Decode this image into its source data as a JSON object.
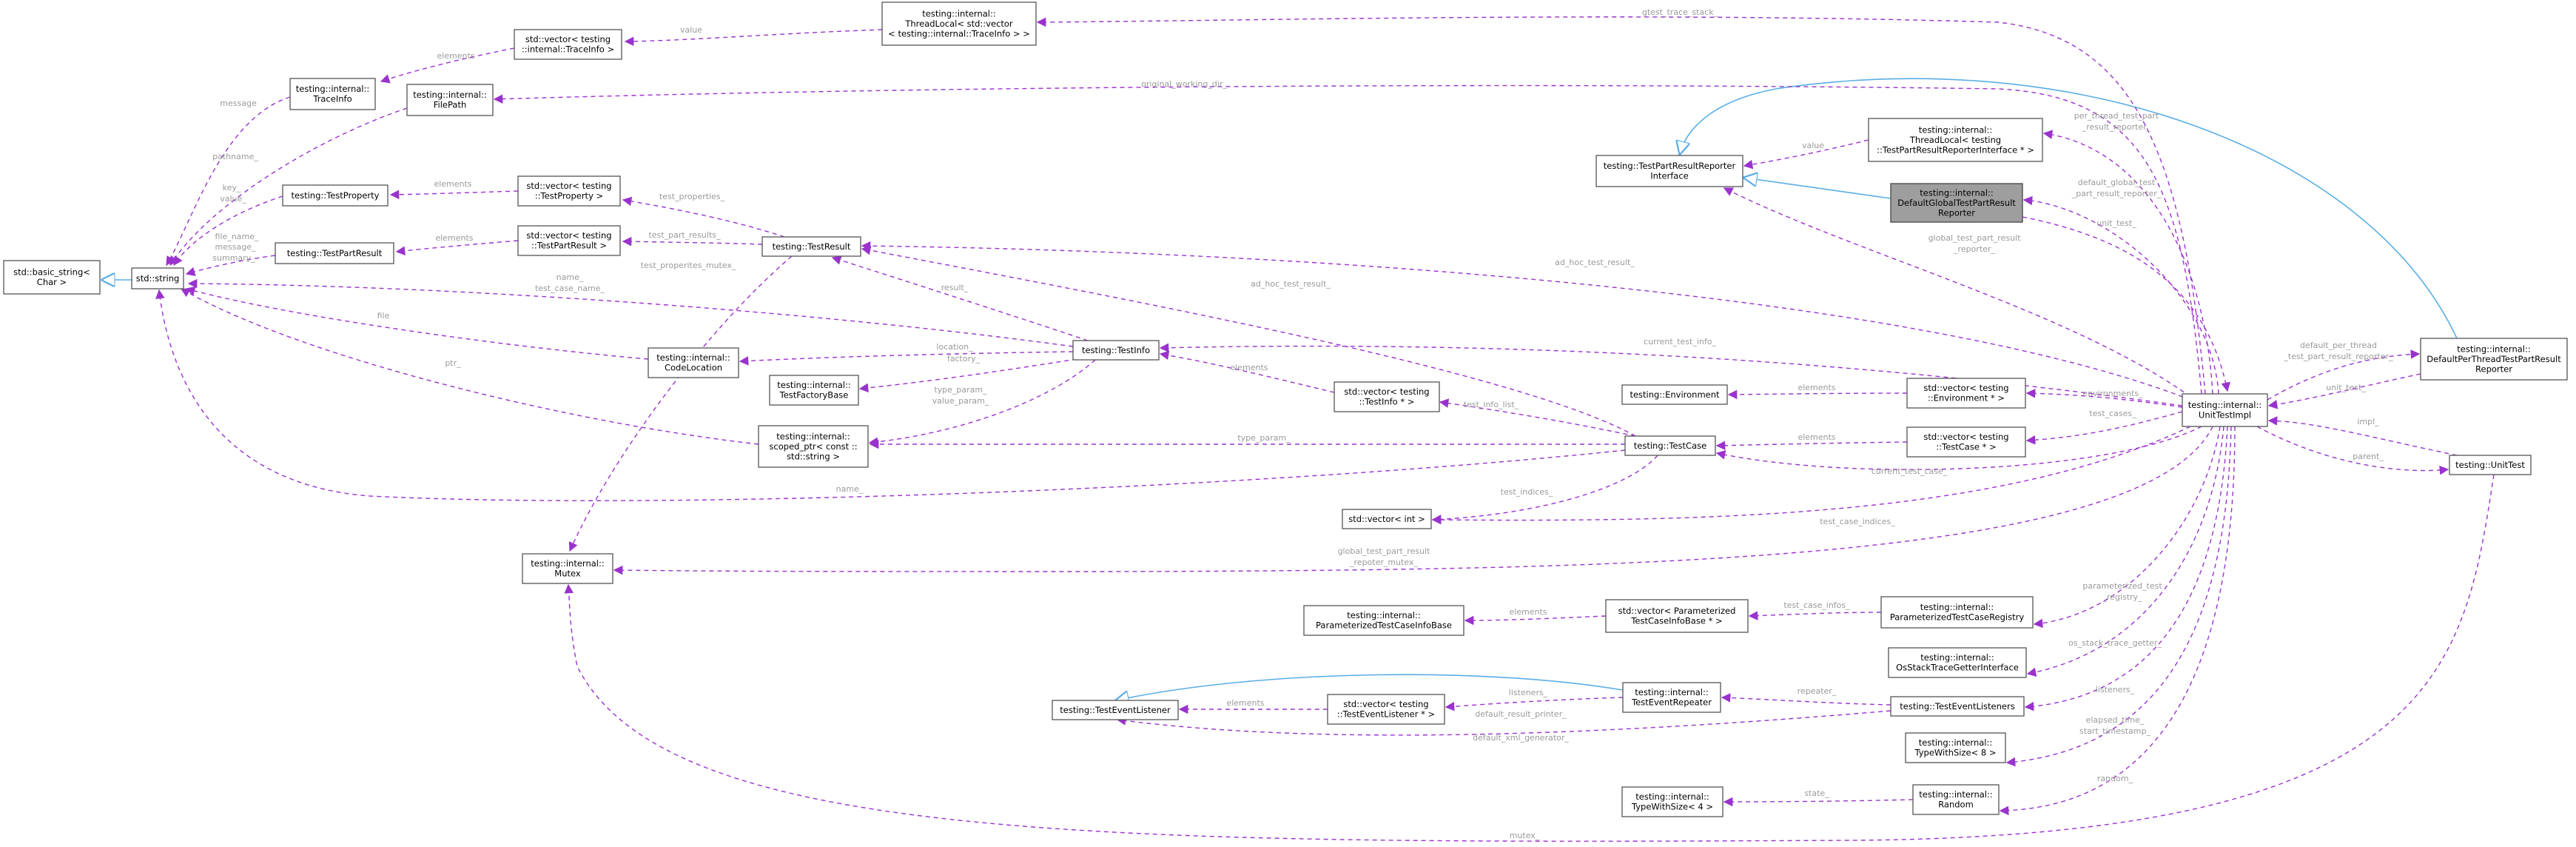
{
  "nodes": [
    {
      "id": "string_t",
      "lines": [
        "std::basic_string<",
        "Char >"
      ]
    },
    {
      "id": "string",
      "lines": [
        "std::string"
      ]
    },
    {
      "id": "tr_info",
      "lines": [
        "testing::internal::",
        "TraceInfo"
      ]
    },
    {
      "id": "filepath",
      "lines": [
        "testing::internal::",
        "FilePath"
      ]
    },
    {
      "id": "vec_trace",
      "lines": [
        "std::vector< testing",
        "::internal::TraceInfo >"
      ]
    },
    {
      "id": "tls_trace",
      "lines": [
        "testing::internal::",
        "ThreadLocal< std::vector",
        "< testing::internal::TraceInfo > >"
      ]
    },
    {
      "id": "testprop",
      "lines": [
        "testing::TestProperty"
      ]
    },
    {
      "id": "testpartres",
      "lines": [
        "testing::TestPartResult"
      ]
    },
    {
      "id": "vec_prop",
      "lines": [
        "std::vector< testing",
        "::TestProperty >"
      ]
    },
    {
      "id": "vec_tpr",
      "lines": [
        "std::vector< testing",
        "::TestPartResult >"
      ]
    },
    {
      "id": "testresult",
      "lines": [
        "testing::TestResult"
      ]
    },
    {
      "id": "codeloc",
      "lines": [
        "testing::internal::",
        "CodeLocation"
      ]
    },
    {
      "id": "tfactory",
      "lines": [
        "testing::internal::",
        "TestFactoryBase"
      ]
    },
    {
      "id": "scoped",
      "lines": [
        "testing::internal::",
        "scoped_ptr< const ::",
        "std::string >"
      ]
    },
    {
      "id": "mutex",
      "lines": [
        "testing::internal::",
        "Mutex"
      ]
    },
    {
      "id": "testinfo",
      "lines": [
        "testing::TestInfo"
      ]
    },
    {
      "id": "vec_ti",
      "lines": [
        "std::vector< testing",
        "::TestInfo * >"
      ]
    },
    {
      "id": "vec_int",
      "lines": [
        "std::vector< int >"
      ]
    },
    {
      "id": "environment",
      "lines": [
        "testing::Environment"
      ]
    },
    {
      "id": "testcase",
      "lines": [
        "testing::TestCase"
      ]
    },
    {
      "id": "ptcib",
      "lines": [
        "testing::internal::",
        "ParameterizedTestCaseInfoBase"
      ]
    },
    {
      "id": "vec_ptcib",
      "lines": [
        "std::vector< Parameterized",
        "TestCaseInfoBase * >"
      ]
    },
    {
      "id": "listener",
      "lines": [
        "testing::TestEventListener"
      ]
    },
    {
      "id": "vec_listener",
      "lines": [
        "std::vector< testing",
        "::TestEventListener * >"
      ]
    },
    {
      "id": "repeater",
      "lines": [
        "testing::internal::",
        "TestEventRepeater"
      ]
    },
    {
      "id": "tws4",
      "lines": [
        "testing::internal::",
        "TypeWithSize< 4 >"
      ]
    },
    {
      "id": "tprri",
      "lines": [
        "testing::TestPartResultReporter",
        "Interface"
      ]
    },
    {
      "id": "tls_tprri",
      "lines": [
        "testing::internal::",
        "ThreadLocal< testing",
        "::TestPartResultReporterInterface * >"
      ]
    },
    {
      "id": "dgtprr",
      "lines": [
        "testing::internal::",
        "DefaultGlobalTestPartResult",
        "Reporter"
      ]
    },
    {
      "id": "vec_env",
      "lines": [
        "std::vector< testing",
        "::Environment * >"
      ]
    },
    {
      "id": "vec_tc",
      "lines": [
        "std::vector< testing",
        "::TestCase * >"
      ]
    },
    {
      "id": "ptcreg",
      "lines": [
        "testing::internal::",
        "ParameterizedTestCaseRegistry"
      ]
    },
    {
      "id": "osst",
      "lines": [
        "testing::internal::",
        "OsStackTraceGetterInterface"
      ]
    },
    {
      "id": "listeners",
      "lines": [
        "testing::TestEventListeners"
      ]
    },
    {
      "id": "tws8",
      "lines": [
        "testing::internal::",
        "TypeWithSize< 8 >"
      ]
    },
    {
      "id": "random",
      "lines": [
        "testing::internal::",
        "Random"
      ]
    },
    {
      "id": "uti",
      "lines": [
        "testing::internal::",
        "UnitTestImpl"
      ]
    },
    {
      "id": "dptprr",
      "lines": [
        "testing::internal::",
        "DefaultPerThreadTestPartResult",
        "Reporter"
      ]
    },
    {
      "id": "unittest",
      "lines": [
        "testing::UnitTest"
      ]
    }
  ],
  "edges": [
    {
      "id": "inh_string",
      "kind": "inherit",
      "from": "string",
      "to": "string_t",
      "label": []
    },
    {
      "id": "e_trace_msg",
      "kind": "use",
      "from": "tr_info",
      "to": "string",
      "label": [
        "message"
      ]
    },
    {
      "id": "e_fp_string",
      "kind": "use",
      "from": "filepath",
      "to": "string",
      "label": [
        "pathname_"
      ]
    },
    {
      "id": "e_vtrace",
      "kind": "use",
      "from": "vec_trace",
      "to": "tr_info",
      "label": [
        "elements"
      ]
    },
    {
      "id": "e_tlstrace",
      "kind": "use",
      "from": "tls_trace",
      "to": "vec_trace",
      "label": [
        "value"
      ]
    },
    {
      "id": "e_prop_str",
      "kind": "use",
      "from": "testprop",
      "to": "string",
      "label": [
        "key_",
        "value_"
      ]
    },
    {
      "id": "e_tpr_str",
      "kind": "use",
      "from": "testpartres",
      "to": "string",
      "label": [
        "file_name_",
        "message_",
        "summary_"
      ]
    },
    {
      "id": "e_vprop",
      "kind": "use",
      "from": "vec_prop",
      "to": "testprop",
      "label": [
        "elements"
      ]
    },
    {
      "id": "e_vtpr",
      "kind": "use",
      "from": "vec_tpr",
      "to": "testpartres",
      "label": [
        "elements"
      ]
    },
    {
      "id": "e_tr_vprop",
      "kind": "use",
      "from": "testresult",
      "to": "vec_prop",
      "label": [
        "test_properties_"
      ]
    },
    {
      "id": "e_tr_vtpr",
      "kind": "use",
      "from": "testresult",
      "to": "vec_tpr",
      "label": [
        "test_part_results_"
      ]
    },
    {
      "id": "e_tr_mutex",
      "kind": "use",
      "from": "testresult",
      "to": "mutex",
      "label": [
        "test_properites_mutex_"
      ]
    },
    {
      "id": "e_codeloc_str",
      "kind": "use",
      "from": "codeloc",
      "to": "string",
      "label": [
        "file"
      ]
    },
    {
      "id": "e_scoped_str",
      "kind": "use",
      "from": "scoped",
      "to": "string",
      "label": [
        "ptr_"
      ]
    },
    {
      "id": "e_ti_str",
      "kind": "use",
      "from": "testinfo",
      "to": "string",
      "label": [
        "name_",
        "test_case_name_"
      ]
    },
    {
      "id": "e_ti_codeloc",
      "kind": "use",
      "from": "testinfo",
      "to": "codeloc",
      "label": [
        "location_"
      ]
    },
    {
      "id": "e_ti_tf",
      "kind": "use",
      "from": "testinfo",
      "to": "tfactory",
      "label": [
        "factory_"
      ]
    },
    {
      "id": "e_ti_scoped",
      "kind": "use",
      "from": "testinfo",
      "to": "scoped",
      "label": [
        "type_param_",
        "value_param_"
      ]
    },
    {
      "id": "e_ti_tr",
      "kind": "use",
      "from": "testinfo",
      "to": "testresult",
      "label": [
        "result_"
      ]
    },
    {
      "id": "e_vti",
      "kind": "use",
      "from": "vec_ti",
      "to": "testinfo",
      "label": [
        "elements"
      ]
    },
    {
      "id": "e_tc_str",
      "kind": "use",
      "from": "testcase",
      "to": "string",
      "label": [
        "name_"
      ]
    },
    {
      "id": "e_tc_scoped",
      "kind": "use",
      "from": "testcase",
      "to": "scoped",
      "label": [
        "type_param_"
      ]
    },
    {
      "id": "e_tc_tr",
      "kind": "use",
      "from": "testcase",
      "to": "testresult",
      "label": [
        "ad_hoc_test_result_"
      ]
    },
    {
      "id": "e_tc_vti",
      "kind": "use",
      "from": "testcase",
      "to": "vec_ti",
      "label": [
        "test_info_list_"
      ]
    },
    {
      "id": "e_tc_vint",
      "kind": "use",
      "from": "testcase",
      "to": "vec_int",
      "label": [
        "test_indices_"
      ]
    },
    {
      "id": "e_venv",
      "kind": "use",
      "from": "vec_env",
      "to": "environment",
      "label": [
        "elements"
      ]
    },
    {
      "id": "e_vtc",
      "kind": "use",
      "from": "vec_tc",
      "to": "testcase",
      "label": [
        "elements"
      ]
    },
    {
      "id": "e_vptcib",
      "kind": "use",
      "from": "vec_ptcib",
      "to": "ptcib",
      "label": [
        "elements"
      ]
    },
    {
      "id": "e_reg",
      "kind": "use",
      "from": "ptcreg",
      "to": "vec_ptcib",
      "label": [
        "test_case_infos_"
      ]
    },
    {
      "id": "e_vlist",
      "kind": "use",
      "from": "vec_listener",
      "to": "listener",
      "label": [
        "elements"
      ]
    },
    {
      "id": "e_rep_vlist",
      "kind": "use",
      "from": "repeater",
      "to": "vec_listener",
      "label": [
        "listeners_"
      ]
    },
    {
      "id": "inh_repeater",
      "kind": "inherit",
      "from": "repeater",
      "to": "listener",
      "label": []
    },
    {
      "id": "e_lis_rep",
      "kind": "use",
      "from": "listeners",
      "to": "repeater",
      "label": [
        "repeater_"
      ]
    },
    {
      "id": "e_lis_res",
      "kind": "use",
      "from": "listeners",
      "to": "listener",
      "label": [
        "default_result_printer_",
        "default_xml_generator_"
      ]
    },
    {
      "id": "e_random_tws4",
      "kind": "use",
      "from": "random",
      "to": "tws4",
      "label": [
        "state_"
      ]
    },
    {
      "id": "e_tlstprri",
      "kind": "use",
      "from": "tls_tprri",
      "to": "tprri",
      "label": [
        "value"
      ]
    },
    {
      "id": "inh_dgtprr",
      "kind": "inherit",
      "from": "dgtprr",
      "to": "tprri",
      "label": []
    },
    {
      "id": "inh_dptprr",
      "kind": "inherit",
      "from": "dptprr",
      "to": "tprri",
      "label": []
    },
    {
      "id": "e_u_tlstrace",
      "kind": "use",
      "from": "uti",
      "to": "tls_trace",
      "label": [
        "gtest_trace_stack_"
      ]
    },
    {
      "id": "e_u_fp",
      "kind": "use",
      "from": "uti",
      "to": "filepath",
      "label": [
        "original_working_dir_"
      ]
    },
    {
      "id": "e_u_tlstprri",
      "kind": "use",
      "from": "uti",
      "to": "tls_tprri",
      "label": [
        "per_thread_test_part",
        "_result_reporter_"
      ]
    },
    {
      "id": "e_u_dgtprr",
      "kind": "use",
      "from": "uti",
      "to": "dgtprr",
      "label": [
        "default_global_test",
        "_part_result_reporter_"
      ]
    },
    {
      "id": "e_dg_uti",
      "kind": "use",
      "from": "dgtprr",
      "to": "uti",
      "label": [
        "unit_test_"
      ]
    },
    {
      "id": "e_u_tprri",
      "kind": "use",
      "from": "uti",
      "to": "tprri",
      "label": [
        "global_test_part_result",
        "_reporter_"
      ]
    },
    {
      "id": "e_u_tr",
      "kind": "use",
      "from": "uti",
      "to": "testresult",
      "label": [
        "ad_hoc_test_result_"
      ]
    },
    {
      "id": "e_u_ti",
      "kind": "use",
      "from": "uti",
      "to": "testinfo",
      "label": [
        "current_test_info_"
      ]
    },
    {
      "id": "e_u_venv",
      "kind": "use",
      "from": "uti",
      "to": "vec_env",
      "label": [
        "environments_"
      ]
    },
    {
      "id": "e_u_vtc",
      "kind": "use",
      "from": "uti",
      "to": "vec_tc",
      "label": [
        "test_cases_"
      ]
    },
    {
      "id": "e_u_tc",
      "kind": "use",
      "from": "uti",
      "to": "testcase",
      "label": [
        "current_test_case_"
      ]
    },
    {
      "id": "e_u_vint",
      "kind": "use",
      "from": "uti",
      "to": "vec_int",
      "label": [
        "test_case_indices_"
      ]
    },
    {
      "id": "e_u_mutex",
      "kind": "use",
      "from": "uti",
      "to": "mutex",
      "label": [
        "global_test_part_result",
        "_repoter_mutex_"
      ]
    },
    {
      "id": "e_u_reg",
      "kind": "use",
      "from": "uti",
      "to": "ptcreg",
      "label": [
        "parameterized_test",
        "_registry_"
      ]
    },
    {
      "id": "e_u_osst",
      "kind": "use",
      "from": "uti",
      "to": "osst",
      "label": [
        "os_stack_trace_getter_"
      ]
    },
    {
      "id": "e_u_lis",
      "kind": "use",
      "from": "uti",
      "to": "listeners",
      "label": [
        "listeners_"
      ]
    },
    {
      "id": "e_u_tws8",
      "kind": "use",
      "from": "uti",
      "to": "tws8",
      "label": [
        "elapsed_time_",
        "start_timestamp_"
      ]
    },
    {
      "id": "e_u_rand",
      "kind": "use",
      "from": "uti",
      "to": "random",
      "label": [
        "random_"
      ]
    },
    {
      "id": "e_u_dptprr",
      "kind": "use",
      "from": "uti",
      "to": "dptprr",
      "label": [
        "default_per_thread",
        "_test_part_result_reporter_"
      ]
    },
    {
      "id": "e_dp_uti",
      "kind": "use",
      "from": "dptprr",
      "to": "uti",
      "label": [
        "unit_test_"
      ]
    },
    {
      "id": "e_u_ut",
      "kind": "use",
      "from": "uti",
      "to": "unittest",
      "label": [
        "parent_"
      ]
    },
    {
      "id": "e_ut_uti",
      "kind": "use",
      "from": "unittest",
      "to": "uti",
      "label": [
        "impl_"
      ]
    },
    {
      "id": "e_ut_mutex",
      "kind": "use",
      "from": "unittest",
      "to": "mutex",
      "label": [
        "mutex_"
      ]
    }
  ]
}
